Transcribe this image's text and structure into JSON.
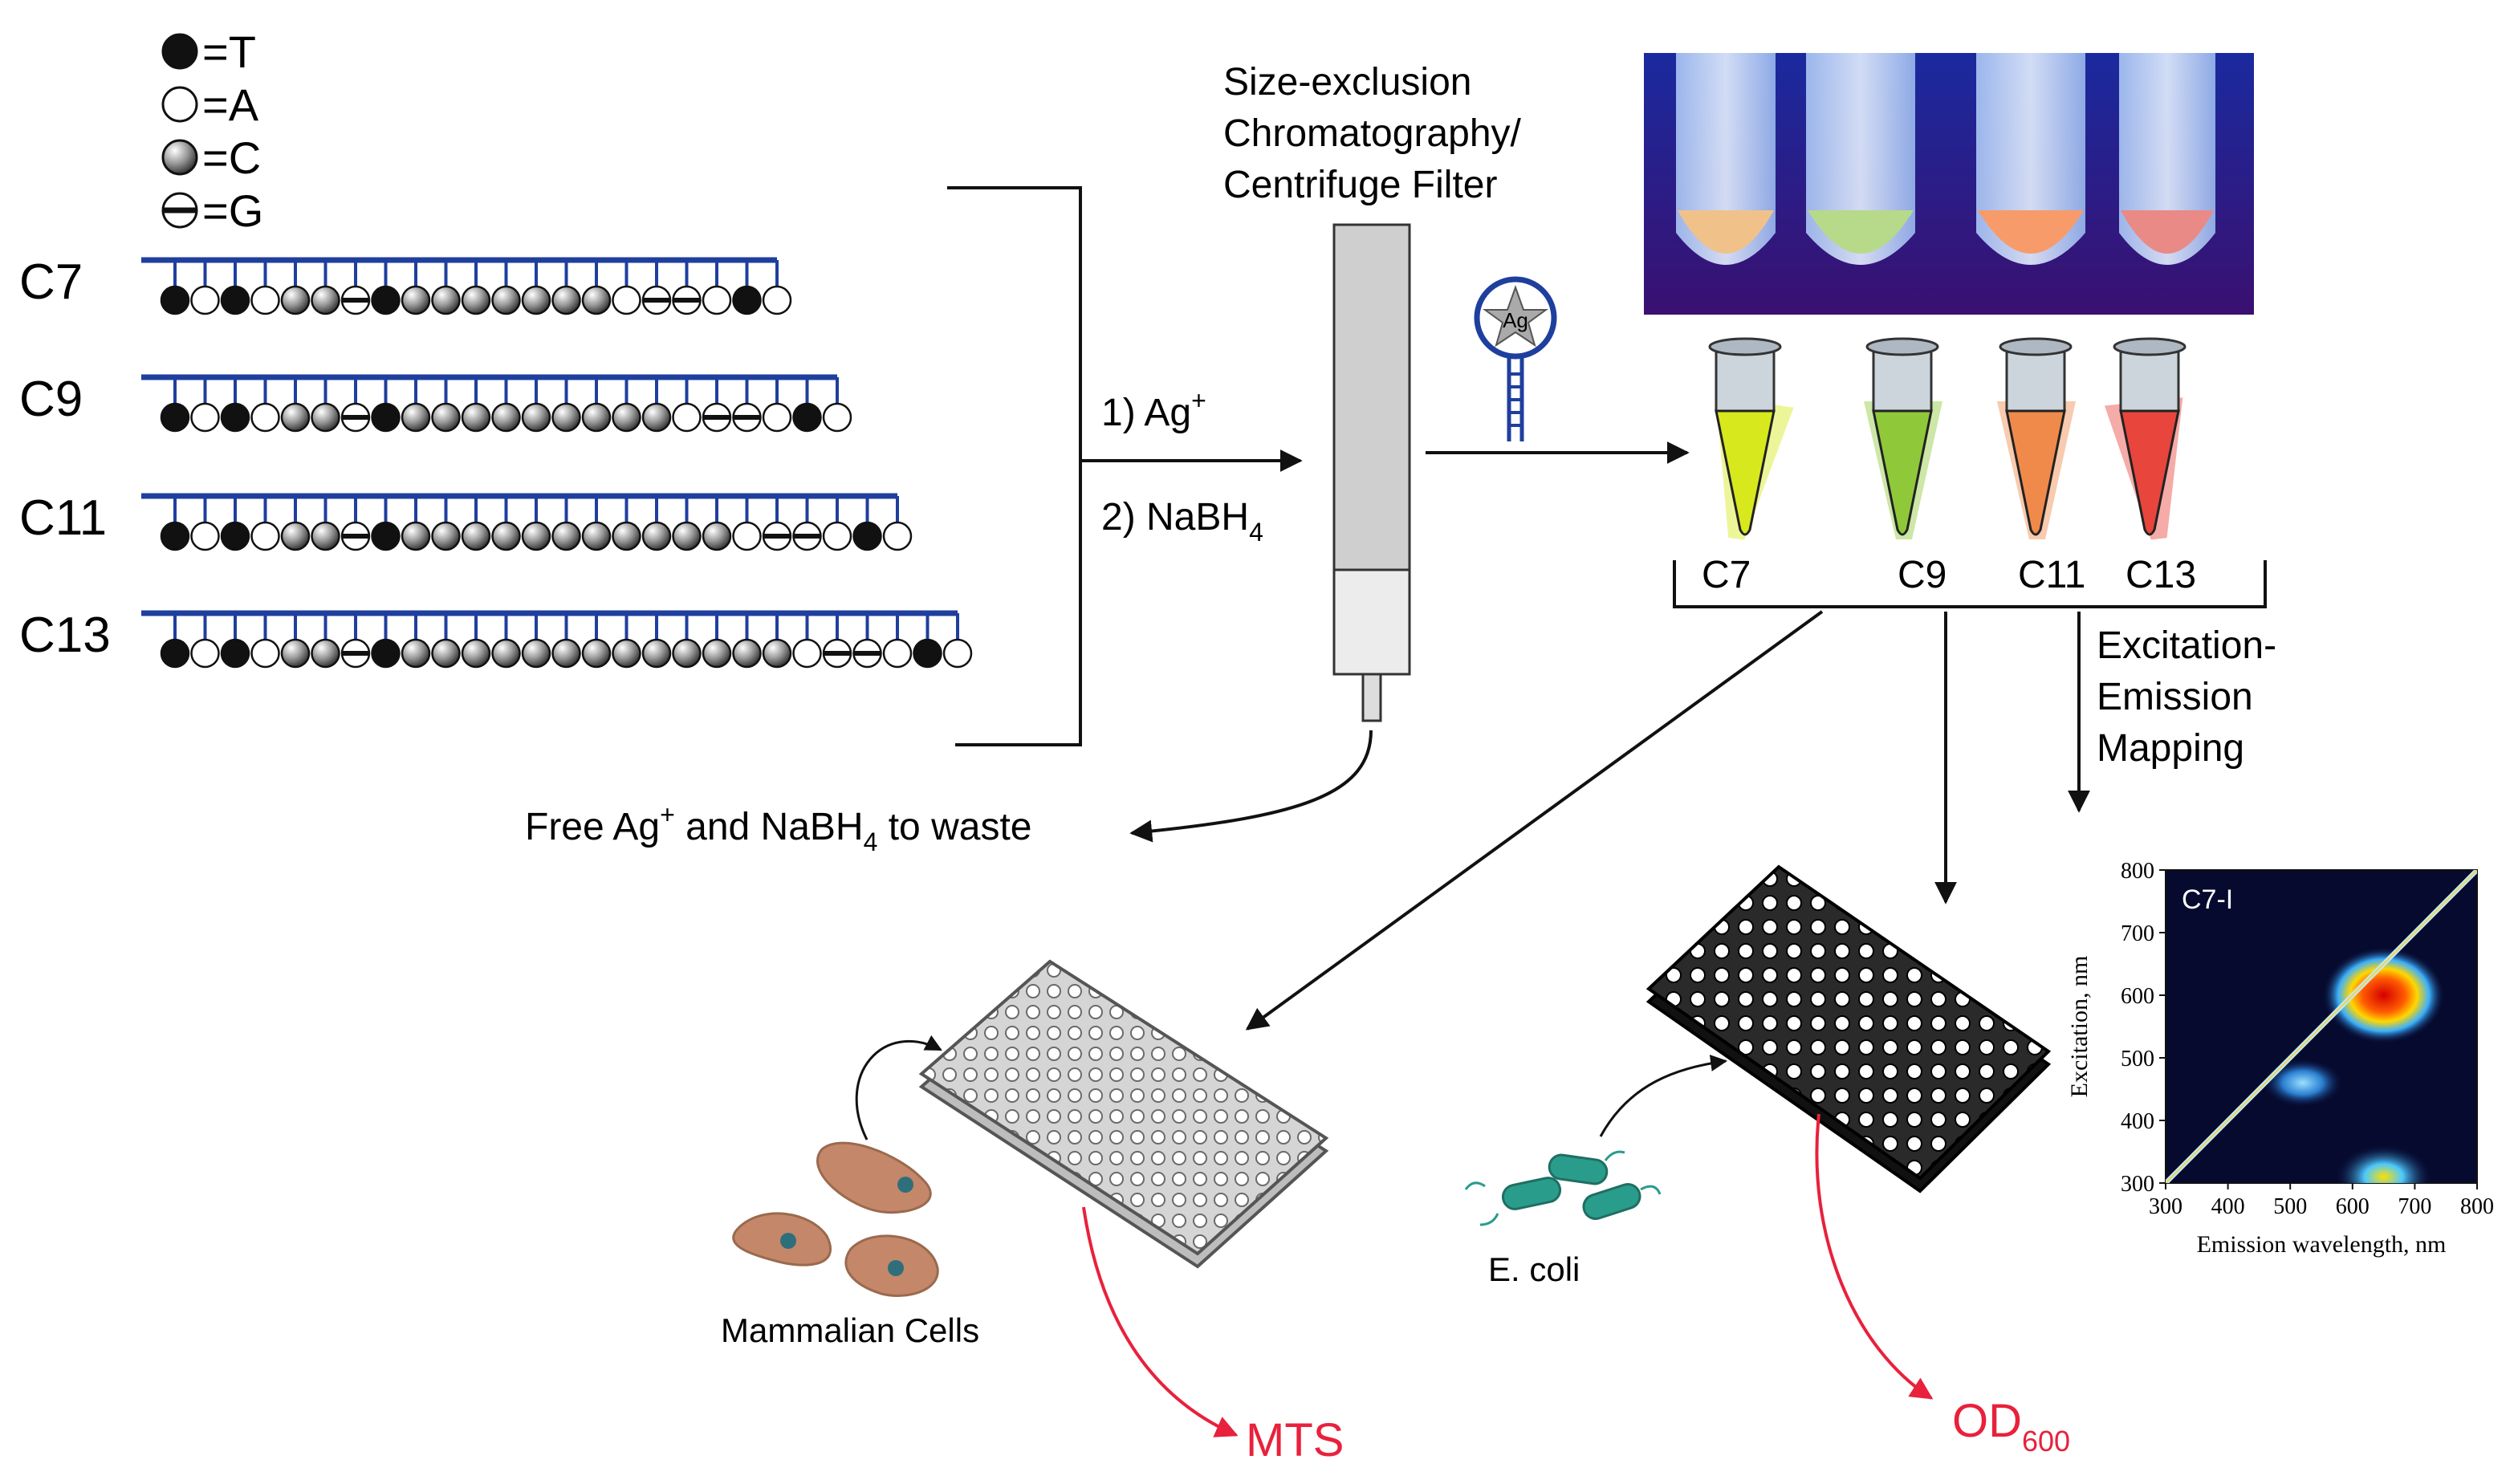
{
  "legend": [
    {
      "symbol": "filled",
      "label": "=T"
    },
    {
      "symbol": "open",
      "label": "=A"
    },
    {
      "symbol": "shaded",
      "label": "=C"
    },
    {
      "symbol": "barred",
      "label": "=G"
    }
  ],
  "sequences": [
    {
      "name": "C7",
      "bases": "TATACCGTCCCCCCCAGGATA"
    },
    {
      "name": "C9",
      "bases": "TATACCGTCCCCCCCCCAGGATA"
    },
    {
      "name": "C11",
      "bases": "TATACCGTCCCCCCCCCCCAGGATA"
    },
    {
      "name": "C13",
      "bases": "TATACCGTCCCCCCCCCCCCCAGGATA"
    }
  ],
  "steps": {
    "step1": "1) Ag",
    "step1_sup": "+",
    "step2": "2) NaBH",
    "step2_sub": "4"
  },
  "column": {
    "line1": "Size-exclusion",
    "line2": "Chromatography/",
    "line3": "Centrifuge Filter"
  },
  "probe": {
    "label": "Ag"
  },
  "waste": {
    "part1": "Free Ag",
    "sup": "+",
    "part2": " and NaBH",
    "sub": "4",
    "part3": " to waste"
  },
  "tubes": [
    {
      "label": "C7",
      "color": "#d7e91c"
    },
    {
      "label": "C9",
      "color": "#8fc93a"
    },
    {
      "label": "C11",
      "color": "#f08a4b"
    },
    {
      "label": "C13",
      "color": "#e8453c"
    }
  ],
  "mapping": {
    "line1": "Excitation-",
    "line2": "Emission",
    "line3": "Mapping"
  },
  "assays": {
    "mammalian": "Mammalian Cells",
    "ecoli": "E. coli",
    "mts": "MTS",
    "od": "OD",
    "od_sub": "600"
  },
  "colors": {
    "dna_backbone": "#1f3f9e",
    "assay_red": "#e8213c",
    "plate_light": "#c8c8c8",
    "plate_dark": "#222222"
  },
  "chart_data": {
    "type": "heatmap",
    "title": "C7-I",
    "xlabel": "Emission wavelength, nm",
    "ylabel": "Excitation, nm",
    "xlim": [
      300,
      800
    ],
    "ylim": [
      300,
      800
    ],
    "xticks": [
      300,
      400,
      500,
      600,
      700,
      800
    ],
    "yticks": [
      300,
      400,
      500,
      600,
      700,
      800
    ],
    "peaks": [
      {
        "emission": 650,
        "excitation": 600,
        "intensity": 1.0
      },
      {
        "emission": 520,
        "excitation": 460,
        "intensity": 0.55
      },
      {
        "emission": 650,
        "excitation": 310,
        "intensity": 0.6
      }
    ]
  }
}
